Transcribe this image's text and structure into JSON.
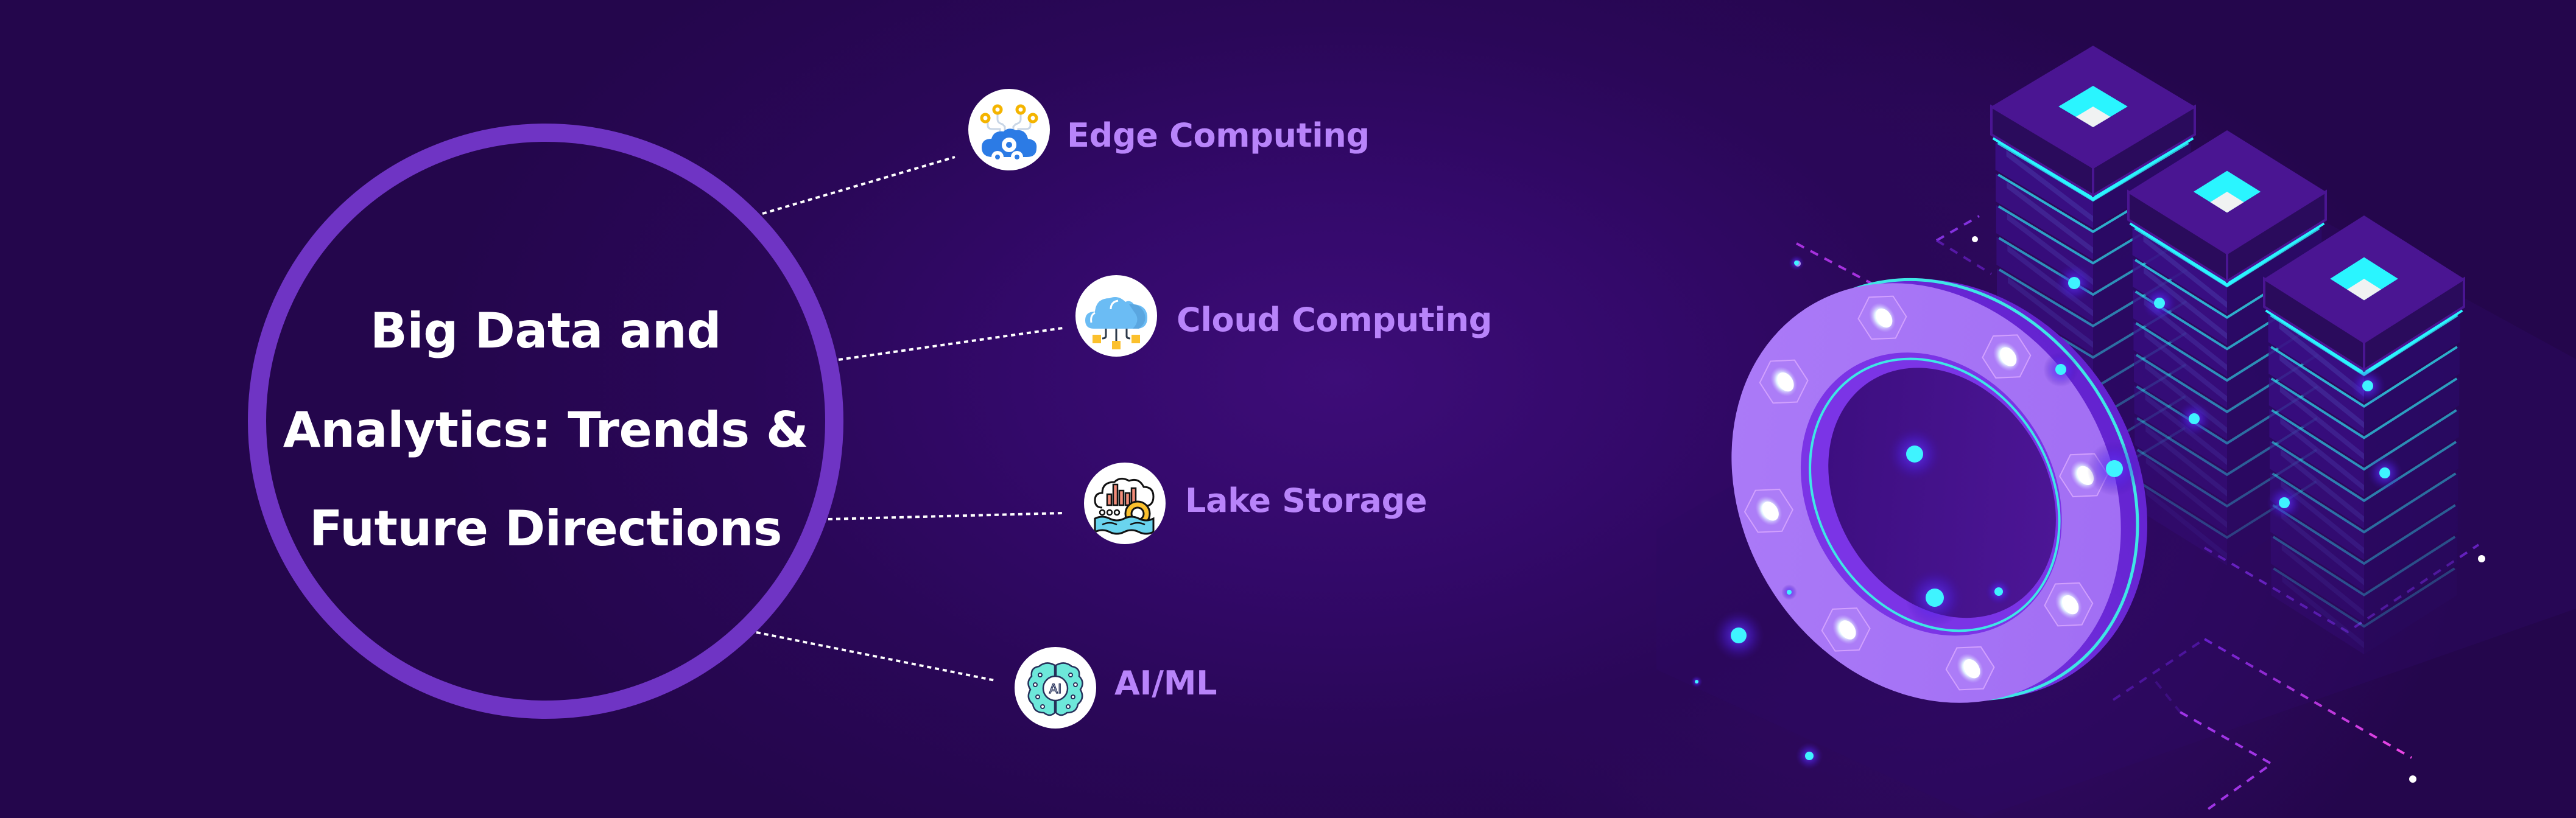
{
  "banner": {
    "title_lines": [
      "Big Data and",
      "Analytics: Trends &",
      "Future Directions"
    ],
    "topics": [
      {
        "label": "Edge Computing",
        "icon": "edge-computing-icon"
      },
      {
        "label": "Cloud Computing",
        "icon": "cloud-computing-icon"
      },
      {
        "label": "Lake Storage",
        "icon": "data-lake-icon"
      },
      {
        "label": "AI/ML",
        "icon": "ai-brain-icon",
        "icon_text": "AI"
      }
    ],
    "illustration": {
      "description": "isometric server towers and glowing ring",
      "server_count": 3
    }
  },
  "colors": {
    "background": "#24064c",
    "background_glow": "#3d0d78",
    "ring": "#6f34c4",
    "label": "#b884fa",
    "title": "#ffffff",
    "accent_cyan": "#2af5ff",
    "accent_magenta": "#e03cff"
  }
}
